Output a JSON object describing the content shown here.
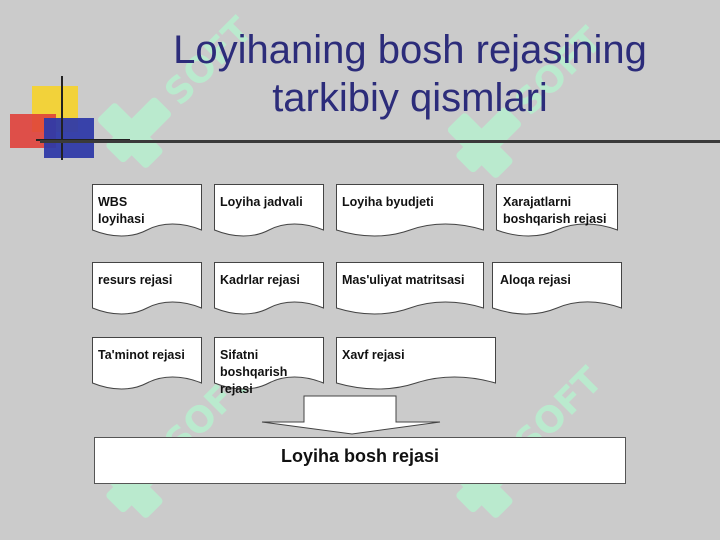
{
  "slide": {
    "title_line1": "Loyihaning bosh rejasining",
    "title_line2": "tarkibiy qismlari"
  },
  "components": [
    {
      "label": "WBS loyihasi"
    },
    {
      "label": "Loyiha jadvali"
    },
    {
      "label": "Loyiha byudjeti"
    },
    {
      "label": "Xarajatlarni boshqarish rejasi"
    },
    {
      "label": "resurs rejasi"
    },
    {
      "label": "Kadrlar rejasi"
    },
    {
      "label": "Mas'uliyat matritsasi"
    },
    {
      "label": "Aloqa rejasi"
    },
    {
      "label": "Ta'minot rejasi"
    },
    {
      "label": "Sifatni boshqarish rejasi"
    },
    {
      "label": "Xavf rejasi"
    }
  ],
  "result": {
    "label": "Loyiha bosh rejasi"
  },
  "colors": {
    "background": "#cbcbcb",
    "title": "#2c2c7a",
    "box_fill": "#ffffff",
    "watermark": "#b8f0cf"
  },
  "icons": [
    "watermark-soft-logo",
    "decorative-squares-logo",
    "down-arrow"
  ]
}
